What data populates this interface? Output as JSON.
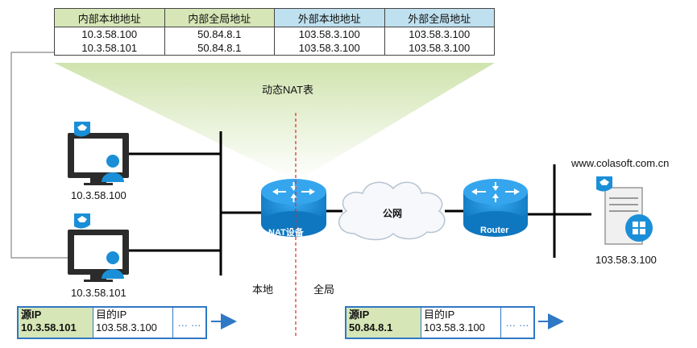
{
  "nat_table": {
    "headers": [
      "内部本地地址",
      "内部全局地址",
      "外部本地地址",
      "外部全局地址"
    ],
    "rows": [
      [
        "10.3.58.100",
        "50.84.8.1",
        "103.58.3.100",
        "103.58.3.100"
      ],
      [
        "10.3.58.101",
        "50.84.8.1",
        "103.58.3.100",
        "103.58.3.100"
      ]
    ],
    "caption": "动态NAT表"
  },
  "hosts": {
    "host1_ip": "10.3.58.100",
    "host2_ip": "10.3.58.101",
    "server_url": "www.colasoft.com.cn",
    "server_ip": "103.58.3.100"
  },
  "devices": {
    "nat_label": "NAT设备",
    "cloud_label": "公网",
    "router_label": "Router"
  },
  "zones": {
    "local": "本地",
    "global": "全局"
  },
  "packets": {
    "left": {
      "src_label": "源IP",
      "src_value": "10.3.58.101",
      "dst_label": "目的IP",
      "dst_value": "103.58.3.100",
      "more": "… …"
    },
    "right": {
      "src_label": "源IP",
      "src_value": "50.84.8.1",
      "dst_label": "目的IP",
      "dst_value": "103.58.3.100",
      "more": "… …"
    }
  },
  "colors": {
    "device_blue": "#1a8fd8",
    "accent_blue": "#2f78c4",
    "funnel_green": "#dcebc4",
    "divider_red": "#d9282f"
  }
}
